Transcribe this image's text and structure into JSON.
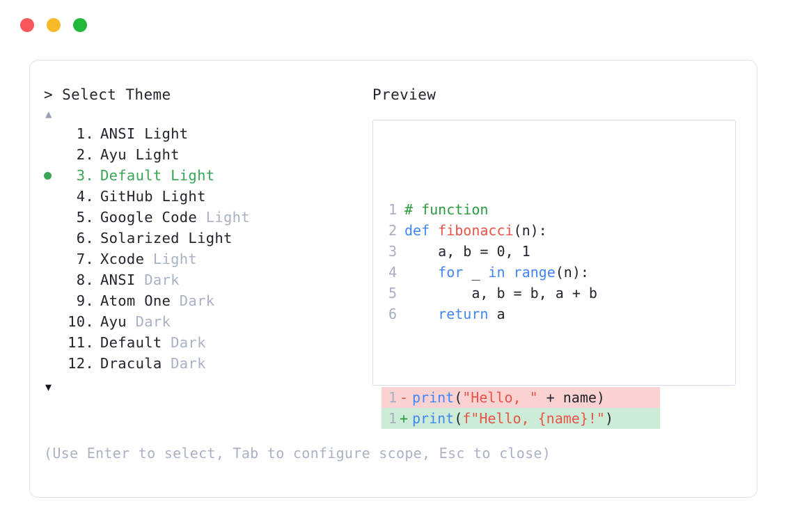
{
  "window": {
    "dots": [
      {
        "name": "close-button",
        "color": "#f9585a"
      },
      {
        "name": "minimize-button",
        "color": "#f7ba27"
      },
      {
        "name": "maximize-button",
        "color": "#22b83c"
      }
    ]
  },
  "left": {
    "prompt": "> Select Theme",
    "scroll_up": "▲",
    "scroll_down": "▼",
    "selected_index": 3,
    "selected_color": "#3aa757",
    "muted_color": "#aab1c4",
    "items": [
      {
        "num": " 1.",
        "name": "ANSI",
        "suffix": " Light",
        "suffix_muted": false,
        "selected": false
      },
      {
        "num": " 2.",
        "name": "Ayu",
        "suffix": " Light",
        "suffix_muted": false,
        "selected": false
      },
      {
        "num": " 3.",
        "name": "Default",
        "suffix": " Light",
        "suffix_muted": false,
        "selected": true
      },
      {
        "num": " 4.",
        "name": "GitHub",
        "suffix": " Light",
        "suffix_muted": false,
        "selected": false
      },
      {
        "num": " 5.",
        "name": "Google Code",
        "suffix": " Light",
        "suffix_muted": true,
        "selected": false
      },
      {
        "num": " 6.",
        "name": "Solarized",
        "suffix": " Light",
        "suffix_muted": false,
        "selected": false
      },
      {
        "num": " 7.",
        "name": "Xcode",
        "suffix": " Light",
        "suffix_muted": true,
        "selected": false
      },
      {
        "num": " 8.",
        "name": "ANSI",
        "suffix": " Dark",
        "suffix_muted": true,
        "selected": false
      },
      {
        "num": " 9.",
        "name": "Atom One",
        "suffix": " Dark",
        "suffix_muted": true,
        "selected": false
      },
      {
        "num": "10.",
        "name": "Ayu",
        "suffix": " Dark",
        "suffix_muted": true,
        "selected": false
      },
      {
        "num": "11.",
        "name": "Default",
        "suffix": " Dark",
        "suffix_muted": true,
        "selected": false
      },
      {
        "num": "12.",
        "name": "Dracula",
        "suffix": " Dark",
        "suffix_muted": true,
        "selected": false
      }
    ]
  },
  "right": {
    "label": "Preview",
    "code_lines": [
      {
        "n": "1",
        "tokens": [
          {
            "t": "# function",
            "c": "comment"
          }
        ]
      },
      {
        "n": "2",
        "tokens": [
          {
            "t": "def ",
            "c": "kw"
          },
          {
            "t": "fibonacci",
            "c": "fn"
          },
          {
            "t": "(n):",
            "c": "plain"
          }
        ]
      },
      {
        "n": "3",
        "tokens": [
          {
            "t": "    a, b = 0, 1",
            "c": "plain"
          }
        ]
      },
      {
        "n": "4",
        "tokens": [
          {
            "t": "    ",
            "c": "plain"
          },
          {
            "t": "for",
            "c": "kw"
          },
          {
            "t": " _ ",
            "c": "plain"
          },
          {
            "t": "in range",
            "c": "kw"
          },
          {
            "t": "(n):",
            "c": "plain"
          }
        ]
      },
      {
        "n": "5",
        "tokens": [
          {
            "t": "        a, b = b, a + b",
            "c": "plain"
          }
        ]
      },
      {
        "n": "6",
        "tokens": [
          {
            "t": "    ",
            "c": "plain"
          },
          {
            "t": "return",
            "c": "kw"
          },
          {
            "t": " a",
            "c": "plain"
          }
        ]
      }
    ],
    "diff_lines": [
      {
        "n": "1",
        "mark": "-",
        "kind": "removed",
        "tokens": [
          {
            "t": "print",
            "c": "kw"
          },
          {
            "t": "(",
            "c": "plain"
          },
          {
            "t": "\"Hello, \"",
            "c": "str"
          },
          {
            "t": " + name)",
            "c": "plain"
          }
        ]
      },
      {
        "n": "1",
        "mark": "+",
        "kind": "added",
        "tokens": [
          {
            "t": "print",
            "c": "kw"
          },
          {
            "t": "(",
            "c": "plain"
          },
          {
            "t": "f\"Hello, {name}!\"",
            "c": "str"
          },
          {
            "t": ")",
            "c": "plain"
          }
        ]
      }
    ]
  },
  "footer": {
    "hint": "(Use Enter to select, Tab to configure scope, Esc to close)"
  }
}
